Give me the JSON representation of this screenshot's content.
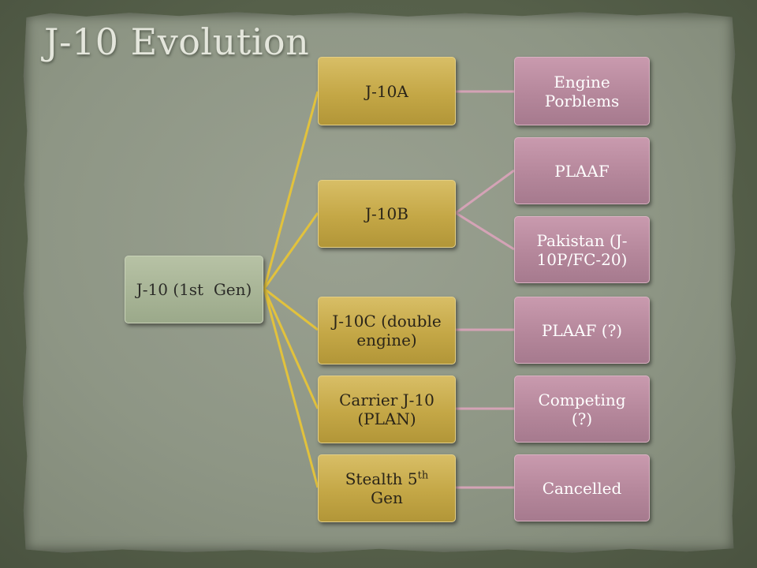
{
  "title": "J-10 Evolution",
  "root": {
    "label": "J-10 (1st  Gen)"
  },
  "variants": [
    {
      "label": "J-10A"
    },
    {
      "label": "J-10B"
    },
    {
      "label": "J-10C (double engine)"
    },
    {
      "label": "Carrier J-10 (PLAN)"
    },
    {
      "label_main": "Stealth 5",
      "label_sup": "th",
      "label_tail": "Gen"
    }
  ],
  "outcomes": [
    {
      "label": "Engine Porblems"
    },
    {
      "label": "PLAAF"
    },
    {
      "label": "Pakistan (J-10P/FC-20)"
    },
    {
      "label": "PLAAF (?)"
    },
    {
      "label": "Competing (?)"
    },
    {
      "label": "Cancelled"
    }
  ],
  "colors": {
    "variant_fill": "#c4a746",
    "outcome_fill": "#b5879b",
    "root_fill": "#a9b596",
    "variant_connector": "#e2c23c",
    "outcome_connector": "#d4a3b6"
  }
}
